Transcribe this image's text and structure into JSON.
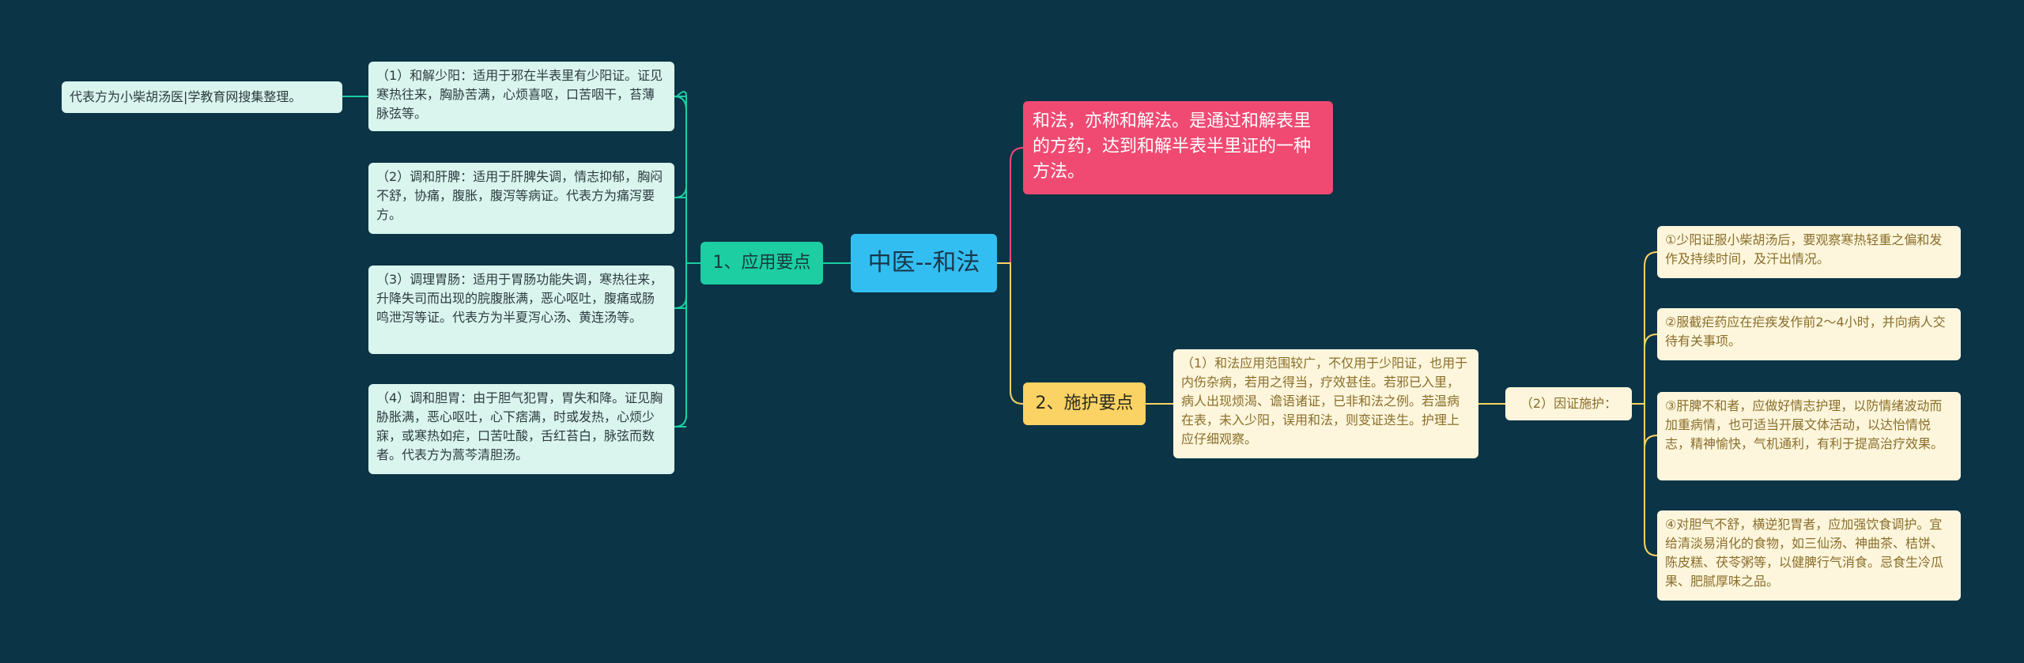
{
  "root": "中医--和法",
  "branch1": {
    "label": "1、应用要点",
    "items": [
      "（1）和解少阳：适用于邪在半表里有少阳证。证见寒热往来，胸胁苦满，心烦喜呕，口苦咽干，苔薄脉弦等。",
      "（2）调和肝脾：适用于肝脾失调，情志抑郁，胸闷不舒，协痛，腹胀，腹泻等病证。代表方为痛泻要方。",
      "（3）调理胃肠：适用于胃肠功能失调，寒热往来，升降失司而出现的脘腹胀满，恶心呕吐，腹痛或肠鸣泄泻等证。代表方为半夏泻心汤、黄连汤等。",
      "（4）调和胆胃：由于胆气犯胃，胃失和降。证见胸胁胀满，恶心呕吐，心下痞满，时或发热，心烦少寐，或寒热如疟，口苦吐酸，舌红苔白，脉弦而数者。代表方为蒿芩清胆汤。"
    ],
    "note": "代表方为小柴胡汤医|学教育网搜集整理。"
  },
  "definition": "和法，亦称和解法。是通过和解表里的方药，达到和解半表半里证的一种方法。",
  "branch2": {
    "label": "2、施护要点",
    "item1": "（1）和法应用范围较广，不仅用于少阳证，也用于内伤杂病，若用之得当，疗效甚佳。若邪已入里，病人出现烦渴、谵语诸证，已非和法之例。若温病在表，未入少阳，误用和法，则变证迭生。护理上应仔细观察。",
    "item2": {
      "label": "（2）因证施护：",
      "subitems": [
        "①少阳证服小柴胡汤后，要观察寒热轻重之偏和发作及持续时间，及汗出情况。",
        "②服截疟药应在疟疾发作前2～4小时，并向病人交待有关事项。",
        "③肝脾不和者，应做好情志护理，以防情绪波动而加重病情，也可适当开展文体活动，以达怡情悦志，精神愉快，气机通利，有利于提高治疗效果。",
        "④对胆气不舒，横逆犯胃者，应加强饮食调护。宜给清淡易消化的食物，如三仙汤、神曲茶、桔饼、陈皮糕、茯苓粥等，以健脾行气消食。忌食生冷瓜果、肥腻厚味之品。"
      ]
    }
  },
  "colors": {
    "background": "#0b3446",
    "root": "#33bef2",
    "branch1": "#1ccea2",
    "branch2": "#fbd264",
    "definition": "#f04a72",
    "link_green": "#1ccea2",
    "link_yellow": "#fbd264",
    "link_pink": "#f04a72"
  }
}
